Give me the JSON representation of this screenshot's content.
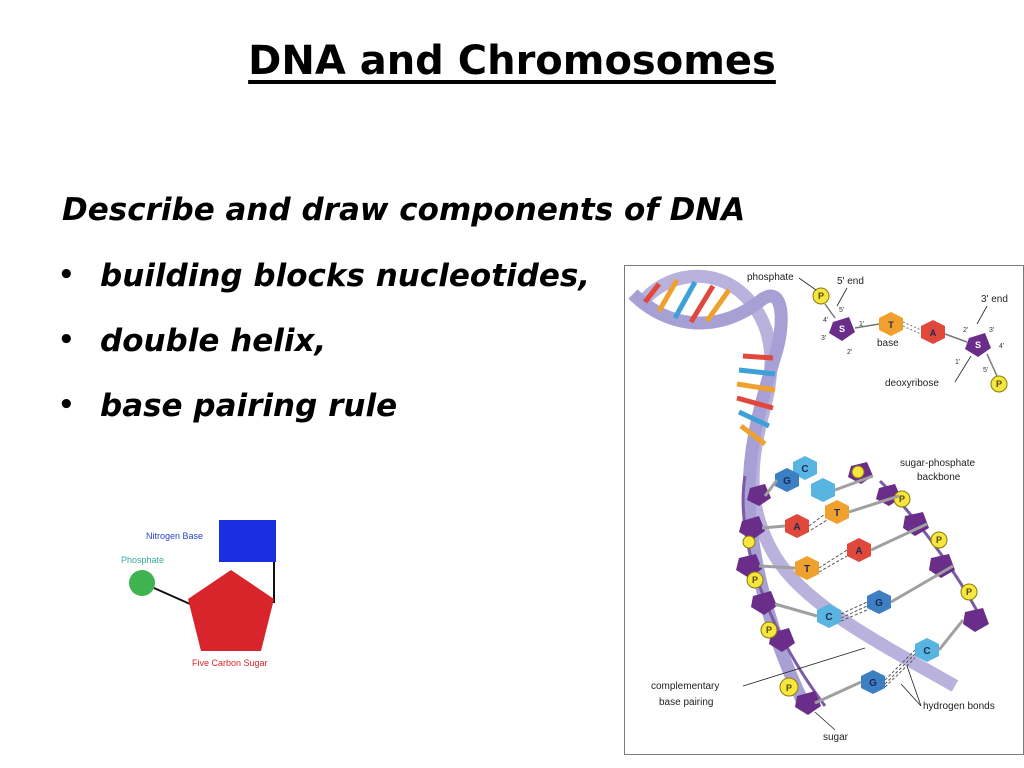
{
  "slide": {
    "title": "DNA and Chromosomes",
    "subtitle": "Describe and draw components of DNA",
    "bullets": [
      "building blocks nucleotides,",
      "double helix,",
      "base pairing rule"
    ]
  },
  "nucleotide_diagram": {
    "labels": {
      "nitrogen_base": "Nitrogen Base",
      "phosphate": "Phosphate",
      "sugar": "Five Carbon Sugar"
    },
    "colors": {
      "base": "#1a2fe0",
      "phosphate": "#3fb34f",
      "sugar": "#d8242b",
      "labels": "#2a43c9",
      "phosphate_label": "#3aa8a0",
      "sugar_label": "#d8242b"
    }
  },
  "dna_figure": {
    "labels": {
      "phosphate": "phosphate",
      "five_prime_end": "5' end",
      "three_prime_end": "3' end",
      "base": "base",
      "deoxyribose": "deoxyribose",
      "backbone_line1": "sugar-phosphate",
      "backbone_line2": "backbone",
      "complementary_line1": "complementary",
      "complementary_line2": "base pairing",
      "hydrogen_bonds": "hydrogen bonds",
      "sugar": "sugar"
    },
    "inset": {
      "s": "S",
      "t": "T",
      "a": "A",
      "p": "P",
      "primes": [
        "5'",
        "4'",
        "3'",
        "1'",
        "2'",
        "2'",
        "3'",
        "1'",
        "4'",
        "5'"
      ]
    },
    "pairs": [
      {
        "left": "C",
        "right": "G"
      },
      {
        "left": "G",
        "right": "C"
      },
      {
        "left": "A",
        "right": "T"
      },
      {
        "left": "T",
        "right": "A"
      },
      {
        "left": "C",
        "right": "G"
      },
      {
        "left": "G",
        "right": "C"
      }
    ],
    "phosphate_symbol": "P"
  }
}
